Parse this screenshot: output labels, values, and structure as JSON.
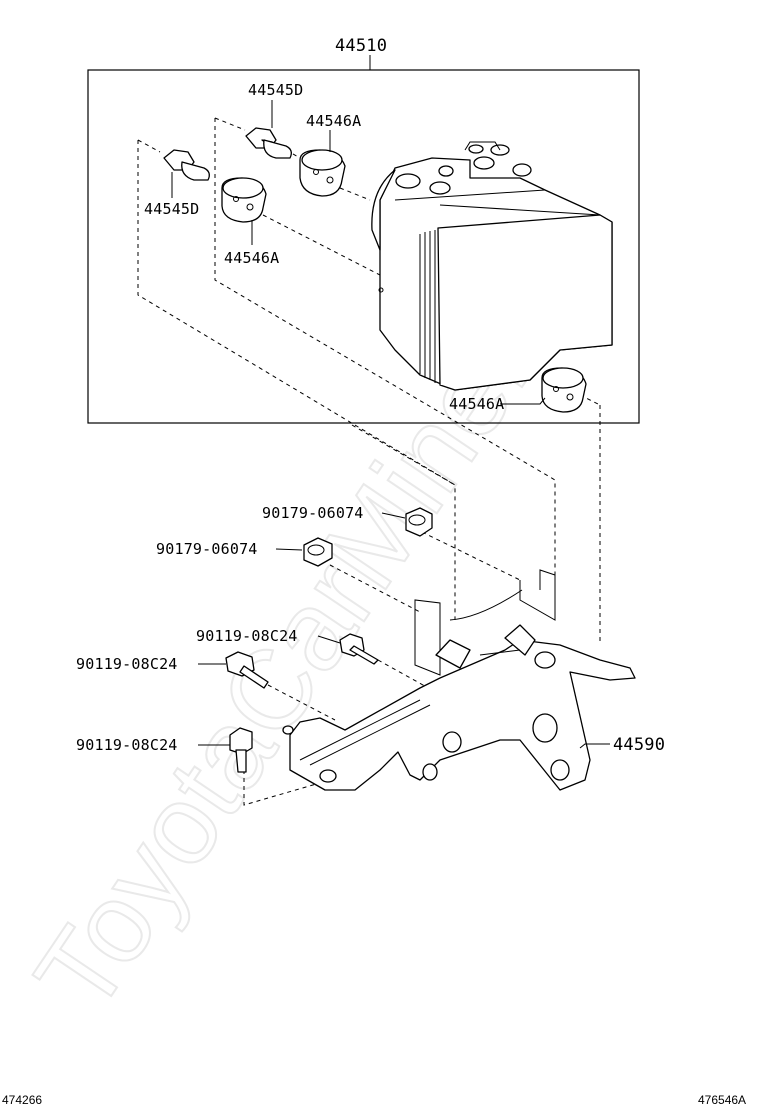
{
  "diagram": {
    "labels": {
      "assy_44510": "44510",
      "p_44545D_a": "44545D",
      "p_44546A_a": "44546A",
      "p_44545D_b": "44545D",
      "p_44546A_b": "44546A",
      "p_44546A_c": "44546A",
      "p_90179_a": "90179-06074",
      "p_90179_b": "90179-06074",
      "p_90119_a": "90119-08C24",
      "p_90119_b": "90119-08C24",
      "p_90119_c": "90119-08C24",
      "p_44590": "44590"
    },
    "watermark": "ToyotaCarMine.ru",
    "footer": {
      "left": "474266",
      "right": "476546A"
    }
  }
}
